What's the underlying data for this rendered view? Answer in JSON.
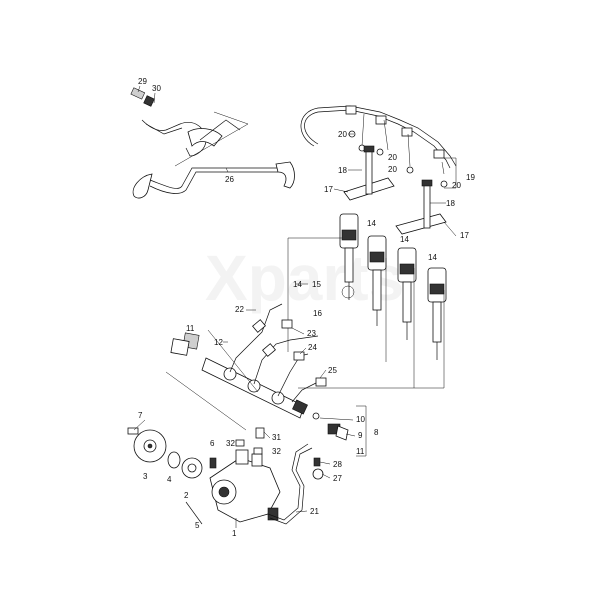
{
  "watermark": "Xparts",
  "callouts": [
    "29",
    "30",
    "26",
    "20",
    "18",
    "20",
    "20",
    "20",
    "19",
    "17",
    "18",
    "17",
    "14",
    "14",
    "14",
    "14",
    "15",
    "16",
    "22",
    "23",
    "24",
    "11",
    "12",
    "25",
    "10",
    "9",
    "8",
    "11",
    "7",
    "31",
    "32",
    "6",
    "32",
    "3",
    "4",
    "2",
    "5",
    "28",
    "27",
    "21",
    "1"
  ]
}
